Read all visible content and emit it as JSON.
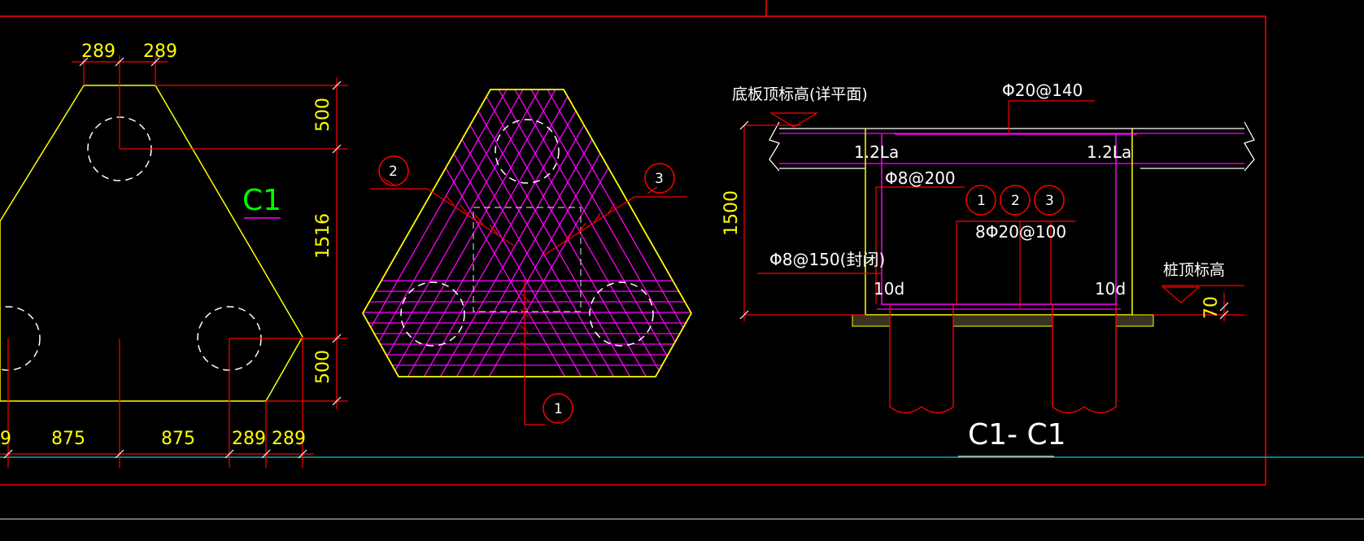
{
  "colors": {
    "background": "#000000",
    "frame": "#ff0000",
    "outline": "#ffff00",
    "rebar": "#ff00ff",
    "hidden": "#ffffff",
    "label_green": "#00ff00",
    "axis": "#00b0b0",
    "gray": "#808080"
  },
  "plan_view": {
    "label": "C1",
    "dim_top_left": "289",
    "dim_top_right": "289",
    "dim_right_top": "500",
    "dim_right_mid": "1516",
    "dim_right_bottom": "500",
    "dim_bottom_partial": "9",
    "dim_bottom_1": "875",
    "dim_bottom_2": "875",
    "dim_bottom_3": "289",
    "dim_bottom_4": "289"
  },
  "rebar_view": {
    "mark_1": "1",
    "mark_2": "2",
    "mark_3": "3"
  },
  "section_view": {
    "title": "C1- C1",
    "label_slab_top": "底板顶标高(详平面)",
    "label_top_bar": "Φ20@140",
    "label_anchor_left": "1.2La",
    "label_anchor_right": "1.2La",
    "label_stirrup": "Φ8@200",
    "label_marks": [
      "1",
      "2",
      "3"
    ],
    "label_main_bar": "8Φ20@100",
    "label_side_bar": "Φ8@150(封闭)",
    "label_10d_left": "10d",
    "label_10d_right": "10d",
    "label_pile_top": "桩顶标高",
    "dim_height": "1500",
    "dim_70": "70"
  }
}
